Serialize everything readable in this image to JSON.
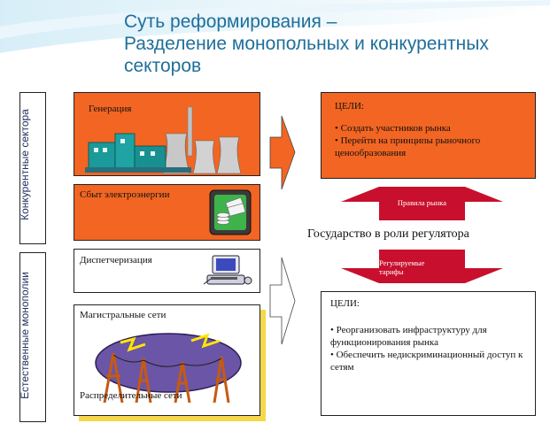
{
  "title": [
    "Суть реформирования –",
    "Разделение монопольных и конкурентных",
    "секторов"
  ],
  "left_labels": {
    "competitive": "Конкурентные сектора",
    "natural": "Естественные монополии"
  },
  "boxes": {
    "generation": "Генерация",
    "sales": "Сбыт электроэнергии",
    "dispatch": "Диспетчеризация",
    "trunk": "Магистральные сети",
    "distribution": "Распределительные сети"
  },
  "goals_top": {
    "heading": "ЦЕЛИ:",
    "items": [
      "• Создать участников рынка",
      "• Перейти на принципы рыночного ценообразования"
    ]
  },
  "goals_bottom": {
    "heading": "ЦЕЛИ:",
    "items": [
      "• Реорганизовать инфраструктуру для функционирования рынка",
      "• Обеспечить недискриминационный доступ к сетям"
    ]
  },
  "middle": {
    "rules": "Правила рынка",
    "regulator": "Государство в роли регулятора",
    "tariffs": "Регулируемые тарифы"
  },
  "icons": [
    "power-plant-icon",
    "money-icon",
    "computer-icon",
    "power-lines-icon"
  ],
  "colors": {
    "accent": "#f26522",
    "title": "#1f6f9a",
    "arrow_red": "#c8102e",
    "shadow": "#f5d84a"
  }
}
